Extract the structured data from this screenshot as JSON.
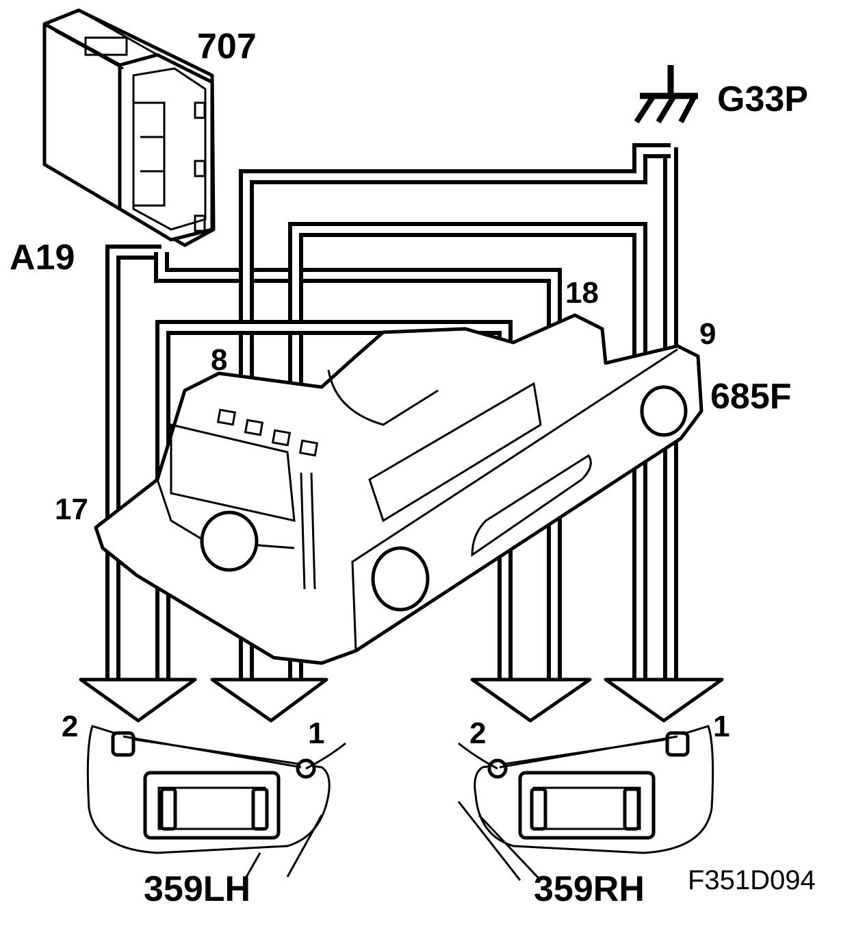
{
  "diagram": {
    "components": {
      "control_module": {
        "ref": "A19",
        "number": "707"
      },
      "ground": {
        "ref": "G33P"
      },
      "lamp_unit": {
        "ref": "685F"
      },
      "sunvisor_left": {
        "ref": "359LH",
        "pin_a": "2",
        "pin_b": "1"
      },
      "sunvisor_right": {
        "ref": "359RH",
        "pin_a": "2",
        "pin_b": "1"
      }
    },
    "pins": {
      "p17": "17",
      "p8": "8",
      "p18": "18",
      "p9": "9"
    },
    "figure_code": "F351D094"
  }
}
